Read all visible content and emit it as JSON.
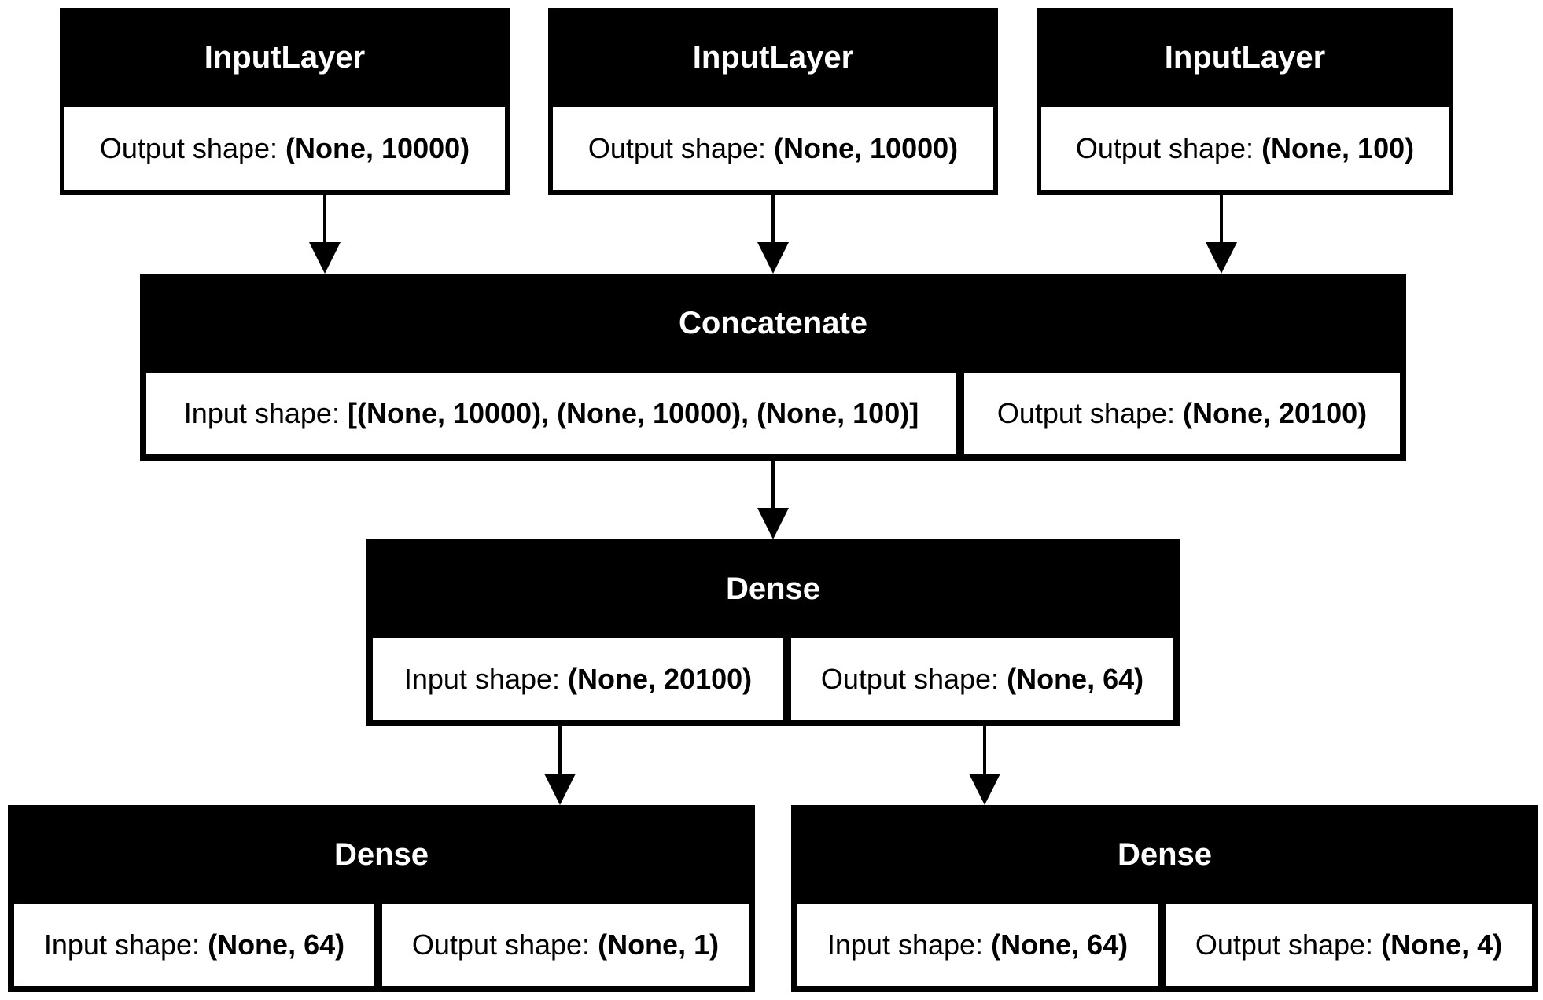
{
  "nodes": {
    "input_a": {
      "title": "InputLayer",
      "output_label": "Output shape:",
      "output_value": "(None, 10000)"
    },
    "input_b": {
      "title": "InputLayer",
      "output_label": "Output shape:",
      "output_value": "(None, 10000)"
    },
    "input_c": {
      "title": "InputLayer",
      "output_label": "Output shape:",
      "output_value": "(None, 100)"
    },
    "concat": {
      "title": "Concatenate",
      "input_label": "Input shape:",
      "input_value": "[(None, 10000), (None, 10000), (None, 100)]",
      "output_label": "Output shape:",
      "output_value": "(None, 20100)"
    },
    "dense_hidden": {
      "title": "Dense",
      "input_label": "Input shape:",
      "input_value": "(None, 20100)",
      "output_label": "Output shape:",
      "output_value": "(None, 64)"
    },
    "dense_out_1": {
      "title": "Dense",
      "input_label": "Input shape:",
      "input_value": "(None, 64)",
      "output_label": "Output shape:",
      "output_value": "(None, 1)"
    },
    "dense_out_4": {
      "title": "Dense",
      "input_label": "Input shape:",
      "input_value": "(None, 64)",
      "output_label": "Output shape:",
      "output_value": "(None, 4)"
    }
  },
  "edges": [
    {
      "from": "input_a",
      "to": "concat"
    },
    {
      "from": "input_b",
      "to": "concat"
    },
    {
      "from": "input_c",
      "to": "concat"
    },
    {
      "from": "concat",
      "to": "dense_hidden"
    },
    {
      "from": "dense_hidden",
      "to": "dense_out_1"
    },
    {
      "from": "dense_hidden",
      "to": "dense_out_4"
    }
  ],
  "colors": {
    "node_header": "#000000",
    "node_body": "#ffffff",
    "text_header": "#ffffff",
    "text_body": "#000000",
    "edge": "#000000"
  }
}
